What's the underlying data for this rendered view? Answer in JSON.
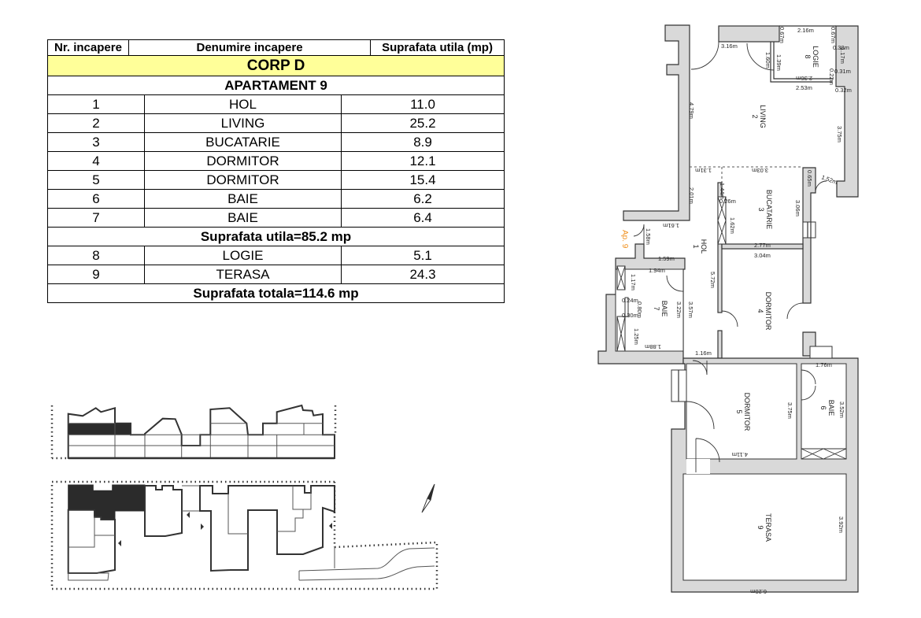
{
  "table": {
    "headers": [
      "Nr. incapere",
      "Denumire incapere",
      "Suprafata utila (mp)"
    ],
    "building": "CORP D",
    "apartment": "APARTAMENT 9",
    "rooms": [
      {
        "nr": "1",
        "name": "HOL",
        "area": "11.0"
      },
      {
        "nr": "2",
        "name": "LIVING",
        "area": "25.2"
      },
      {
        "nr": "3",
        "name": "BUCATARIE",
        "area": "8.9"
      },
      {
        "nr": "4",
        "name": "DORMITOR",
        "area": "12.1"
      },
      {
        "nr": "5",
        "name": "DORMITOR",
        "area": "15.4"
      },
      {
        "nr": "6",
        "name": "BAIE",
        "area": "6.2"
      },
      {
        "nr": "7",
        "name": "BAIE",
        "area": "6.4"
      }
    ],
    "subtotal": "Suprafata utila=85.2 mp",
    "extra_rooms": [
      {
        "nr": "8",
        "name": "LOGIE",
        "area": "5.1"
      },
      {
        "nr": "9",
        "name": "TERASA",
        "area": "24.3"
      }
    ],
    "total": "Suprafata totala=114.6 mp"
  },
  "plan": {
    "apartment_tag": "Ap. 9",
    "room_labels": [
      {
        "name": "LOGIE",
        "nr": "8"
      },
      {
        "name": "LIVING",
        "nr": "2"
      },
      {
        "name": "BUCATARIE",
        "nr": "3"
      },
      {
        "name": "HOL",
        "nr": "1"
      },
      {
        "name": "DORMITOR",
        "nr": "4"
      },
      {
        "name": "BAIE",
        "nr": "7"
      },
      {
        "name": "DORMITOR",
        "nr": "5"
      },
      {
        "name": "BAIE",
        "nr": "6"
      },
      {
        "name": "TERASA",
        "nr": "9"
      }
    ],
    "dims": [
      "2.16m",
      "0.67m",
      "0.67m",
      "3.16m",
      "0.38m",
      "1.17m",
      "1.60m",
      "1.39m",
      "0.31m",
      "0.22m",
      "2.36m",
      "2.53m",
      "0.32m",
      "4.79m",
      "3.75m",
      "1.31m",
      "3.03m",
      "0.65m",
      "1.52m",
      "1.44m",
      "2.01m",
      "0.26m",
      "3.06m",
      "1.62m",
      "1.61m",
      "1.58m",
      "2.77m",
      "3.04m",
      "1.59m",
      "1.94m",
      "1.17m",
      "5.72m",
      "0.24m",
      "0.80m",
      "3.22m",
      "3.57m",
      "0.30m",
      "1.25m",
      "1.88m",
      "1.16m",
      "1.76m",
      "3.75m",
      "3.52m",
      "4.11m",
      "3.92m",
      "6.20m"
    ]
  },
  "colors": {
    "highlight": "#ffff99",
    "wall": "#d9d9d9",
    "tag": "#f0901e",
    "building_selected": "#2b2b2b"
  }
}
